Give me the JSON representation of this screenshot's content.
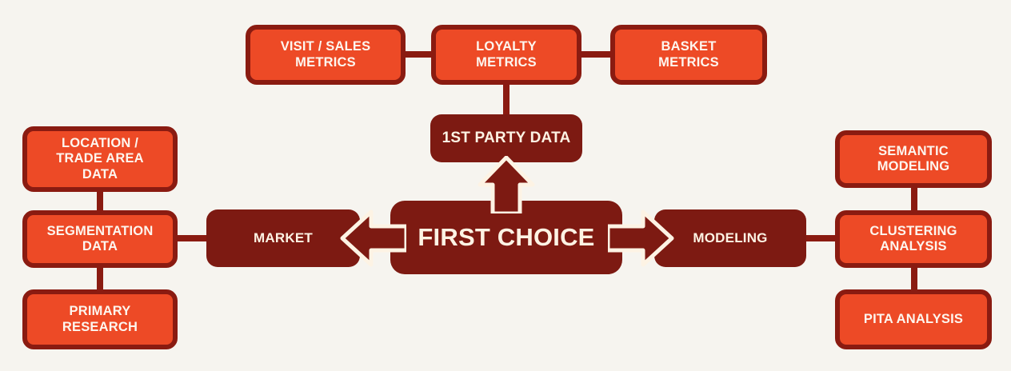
{
  "diagram": {
    "title": "FIRST CHOICE",
    "background_color": "#f6f4ef",
    "colors": {
      "leaf_fill": "#ed4a26",
      "leaf_border": "#8a1b11",
      "solid_fill": "#7d1a12",
      "text_light": "#fdf6ef",
      "connector": "#8a1b11"
    },
    "hub": {
      "label": "FIRST CHOICE"
    },
    "branches": {
      "left": {
        "label": "MARKET"
      },
      "right": {
        "label": "MODELING"
      },
      "up": {
        "label": "1ST PARTY DATA"
      }
    },
    "top_row": [
      {
        "label": "VISIT / SALES\nMETRICS"
      },
      {
        "label": "LOYALTY\nMETRICS"
      },
      {
        "label": "BASKET\nMETRICS"
      }
    ],
    "left_column": [
      {
        "label": "LOCATION /\nTRADE AREA\nDATA"
      },
      {
        "label": "SEGMENTATION\nDATA"
      },
      {
        "label": "PRIMARY\nRESEARCH"
      }
    ],
    "right_column": [
      {
        "label": "SEMANTIC\nMODELING"
      },
      {
        "label": "CLUSTERING\nANALYSIS"
      },
      {
        "label": "PITA ANALYSIS"
      }
    ]
  }
}
